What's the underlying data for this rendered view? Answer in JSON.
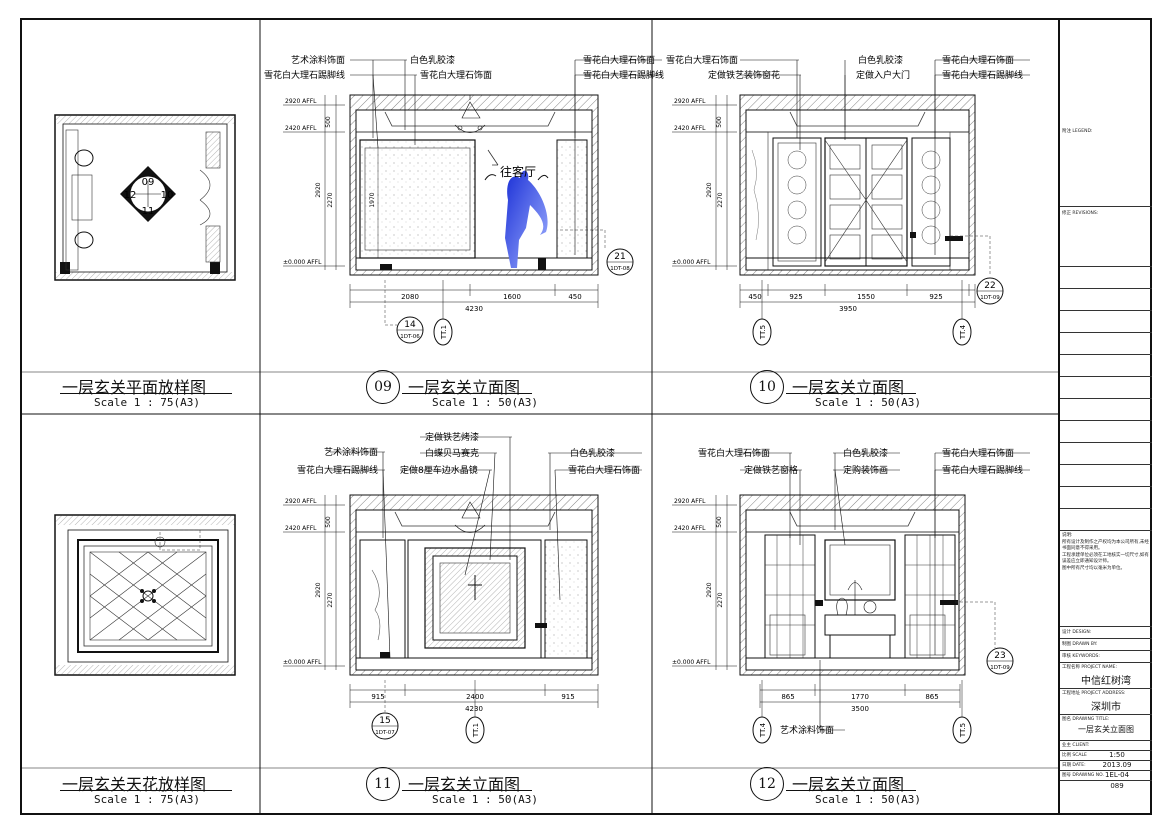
{
  "drawings": {
    "plan": {
      "title": "一层玄关平面放样图",
      "scale": "Scale 1 : 75(A3)",
      "markers": [
        "09",
        "10",
        "11",
        "12"
      ]
    },
    "ceiling": {
      "title": "一层玄关天花放样图",
      "scale": "Scale 1 : 75(A3)"
    },
    "elev09": {
      "num": "09",
      "title": "一层玄关立面图",
      "scale": "Scale 1 : 50(A3)",
      "labels": [
        "艺术涂料饰面",
        "雪花白大理石踢脚线",
        "白色乳胶漆",
        "雪花白大理石饰面",
        "雪花白大理石饰面",
        "雪花白大理石踢脚线"
      ],
      "room": "往客厅",
      "levels": [
        "2920 AFFL",
        "2420 AFFL",
        "±0.000 AFFL"
      ],
      "vdims": [
        "500",
        "2920",
        "2270",
        "1970"
      ],
      "hdims": [
        "2080",
        "1600",
        "450"
      ],
      "total": "4230",
      "callouts": [
        {
          "n": "21",
          "s": "1DT-08"
        },
        {
          "n": "14",
          "s": "1DT-06"
        }
      ],
      "axis": "TT.1"
    },
    "elev10": {
      "num": "10",
      "title": "一层玄关立面图",
      "scale": "Scale 1 : 50(A3)",
      "labels": [
        "雪花白大理石饰面",
        "定做铁艺装饰窗花",
        "白色乳胶漆",
        "定做入户大门",
        "雪花白大理石饰面",
        "雪花白大理石踢脚线"
      ],
      "levels": [
        "2920 AFFL",
        "2420 AFFL",
        "±0.000 AFFL"
      ],
      "vdims": [
        "500",
        "2920",
        "2270"
      ],
      "hdims": [
        "450",
        "925",
        "1550",
        "925"
      ],
      "total": "3950",
      "callouts": [
        {
          "n": "22",
          "s": "1DT-09"
        }
      ],
      "axes": [
        "TT.5",
        "TT.4"
      ]
    },
    "elev11": {
      "num": "11",
      "title": "一层玄关立面图",
      "scale": "Scale 1 : 50(A3)",
      "labels": [
        "艺术涂料饰面",
        "雪花白大理石踢脚线",
        "定做铁艺烤漆",
        "白蝶贝马赛克",
        "定做8厘车边水晶镜",
        "白色乳胶漆",
        "雪花白大理石饰面"
      ],
      "levels": [
        "2920 AFFL",
        "2420 AFFL",
        "±0.000 AFFL"
      ],
      "vdims": [
        "500",
        "2920",
        "2270"
      ],
      "hdims": [
        "915",
        "2400",
        "915"
      ],
      "total": "4230",
      "callouts": [
        {
          "n": "15",
          "s": "1DT-07"
        }
      ],
      "axis": "TT.1"
    },
    "elev12": {
      "num": "12",
      "title": "一层玄关立面图",
      "scale": "Scale 1 : 50(A3)",
      "labels": [
        "雪花白大理石饰面",
        "定做铁艺窗格",
        "白色乳胶漆",
        "定购装饰画",
        "雪花白大理石饰面",
        "雪花白大理石踢脚线",
        "艺术涂料饰面"
      ],
      "levels": [
        "2920 AFFL",
        "2420 AFFL",
        "±0.000 AFFL"
      ],
      "vdims": [
        "500",
        "2920",
        "2270"
      ],
      "hdims": [
        "865",
        "1770",
        "865"
      ],
      "total": "3500",
      "callouts": [
        {
          "n": "23",
          "s": "1DT-09"
        }
      ],
      "axes": [
        "TT.4",
        "TT.5"
      ]
    }
  },
  "titleblock": {
    "notes_label": "附注 LEGEND:",
    "revisions_label": "修正 REVISIONS:",
    "notes_text": "说明:\n所有设计及制作之产权均为本公司所有,未经书面同意不得采用。\n工程承建单位必须在工地核实一切尺寸,如有误差应立即通知设计师。\n图中所有尺寸均以毫米为单位。",
    "design_label": "设计 DESIGN:",
    "drawn_label": "制图 DRAWN BY:",
    "keywords_label": "审核 KEYWORDS:",
    "project_label": "工程名称 PROJECT NAME:",
    "project_name": "中信红树湾",
    "address_label": "工程地址 PROJECT ADDRESS:",
    "address": "深圳市",
    "drawing_label": "图名 DRAWING TITLE:",
    "drawing_title": "一层玄关立面图",
    "client_label": "业主 CLIENT:",
    "scale_label": "比例 SCALE",
    "scale": "1:50",
    "date_label": "日期 DATE:",
    "date": "2013.09",
    "no_label": "图号 DRAWING NO.",
    "no": "1EL-04",
    "page": "089"
  }
}
